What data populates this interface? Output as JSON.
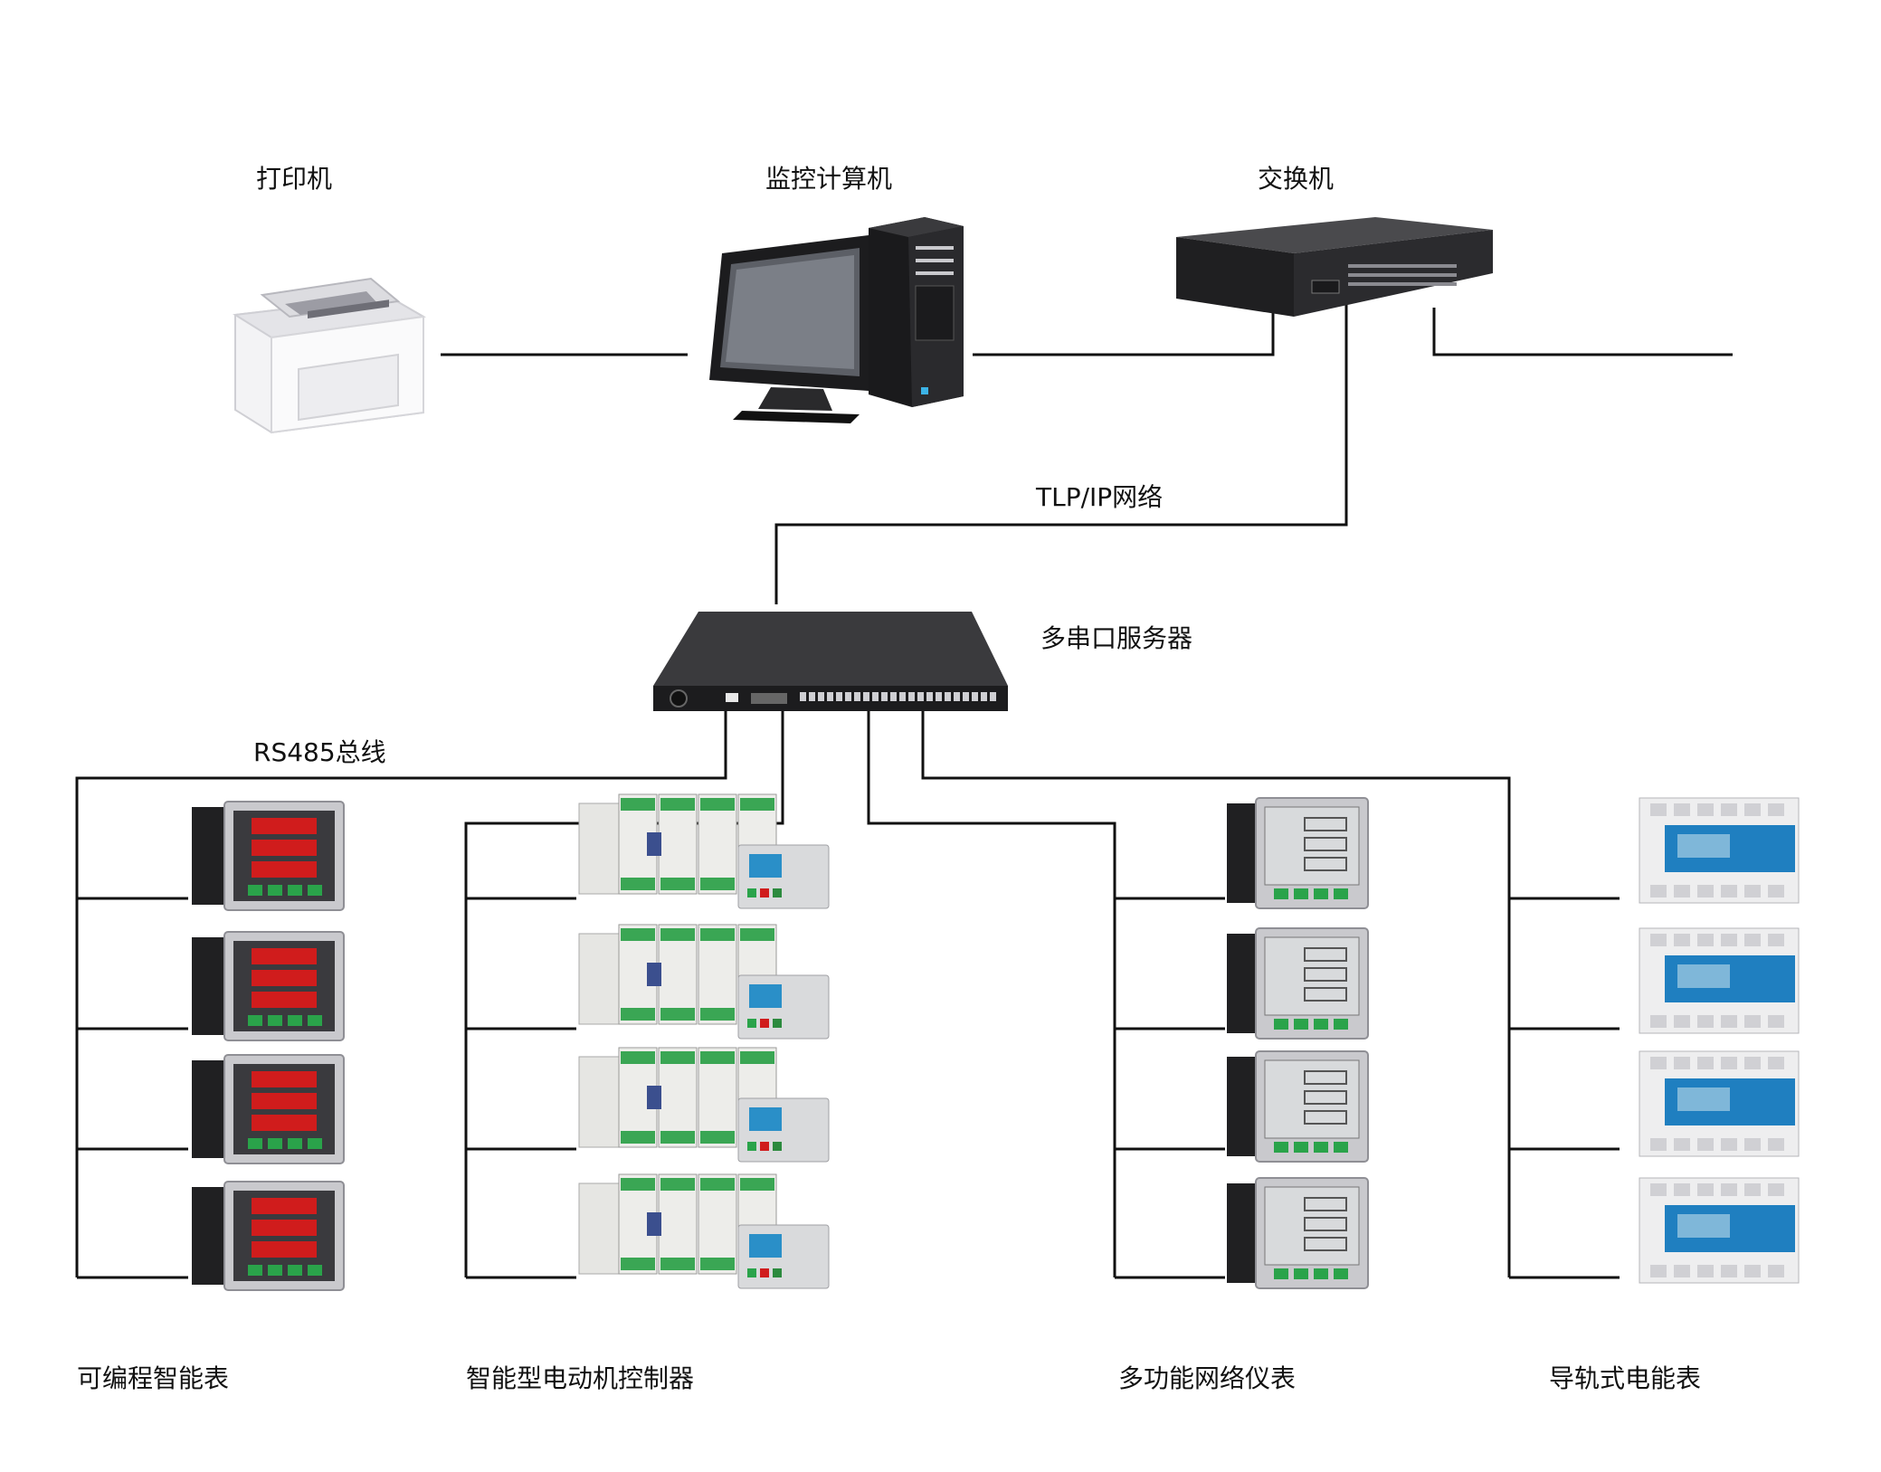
{
  "labels": {
    "printer": "打印机",
    "computer": "监控计算机",
    "switch": "交换机",
    "network": "TLP/IP网络",
    "serial_server": "多串口服务器",
    "bus": "RS485总线",
    "group_meter": "可编程智能表",
    "group_motor": "智能型电动机控制器",
    "group_multi": "多功能网络仪表",
    "group_rail": "导轨式电能表"
  },
  "colors": {
    "line": "#111111",
    "device_dark": "#2a2a2a",
    "meter_led": "#d01c1c",
    "meter_button": "#2aa34a",
    "controller_green": "#3aa654",
    "lcd_blue": "#2a8fc8",
    "rail_blue": "#1f7fc0"
  },
  "icons": {
    "printer": "printer-icon",
    "computer": "computer-icon",
    "switch": "network-switch-icon",
    "serial_server": "serial-server-icon",
    "meter": "digital-panel-meter-icon",
    "motor": "motor-controller-icon",
    "multi": "multifunction-meter-icon",
    "rail": "din-rail-energy-meter-icon"
  }
}
